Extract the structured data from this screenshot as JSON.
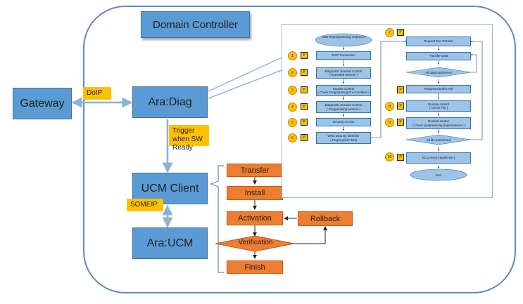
{
  "title": "Domain Controller",
  "nodes": {
    "gateway": "Gateway",
    "ara_diag": "Ara:Diag",
    "ucm_client": "UCM Client",
    "ara_ucm": "Ara:UCM"
  },
  "labels": {
    "doip": "DoIP",
    "trigger": "Trigger when SW Ready",
    "someip": "SOMEIP"
  },
  "update_flow": {
    "transfer": "Transfer",
    "install": "Install",
    "activation": "Activation",
    "rollback": "Rollback",
    "verification": "Verification",
    "finish": "Finish"
  },
  "reprogramming": {
    "start": "Start Reprogramming sequence",
    "p_label": "P",
    "left_steps": [
      {
        "num": "1",
        "lines": [
          "DoIP Connection"
        ]
      },
      {
        "num": "2",
        "lines": [
          "Diagnostic Session Control",
          "( Extended session )"
        ]
      },
      {
        "num": "3",
        "lines": [
          "Routine Control",
          "( Check Programming Pre Condition )"
        ]
      },
      {
        "num": "4",
        "lines": [
          "Diagnostic Session Control",
          "( Programming session )"
        ]
      },
      {
        "num": "5",
        "lines": [
          "Security Access"
        ]
      },
      {
        "num": "6",
        "lines": [
          "Write Data By Identifier",
          "( Finger print F184)"
        ]
      }
    ],
    "right": {
      "request_file_transfer": "Request File Transfer",
      "transfer_data": "Transfer Data",
      "all_data_transferred": "All data transferred",
      "request_transfer_exit": "Request transfer exit",
      "routine_control_check_file": [
        "Routine control",
        "( Check File )"
      ],
      "routine_control_check_dep": [
        "Routine control",
        "( Check programming dependancies )"
      ],
      "all_file_transferred": "All file transferred",
      "ecu_reset": "ECU reset( HardReset )",
      "end": "End",
      "nums": [
        "7",
        "8",
        "9",
        "10"
      ]
    }
  },
  "colors": {
    "node_blue": "#5b9bd5",
    "note_yellow": "#ffc000",
    "flow_orange": "#ed7d31",
    "panel_box": "#9dc3e6"
  }
}
